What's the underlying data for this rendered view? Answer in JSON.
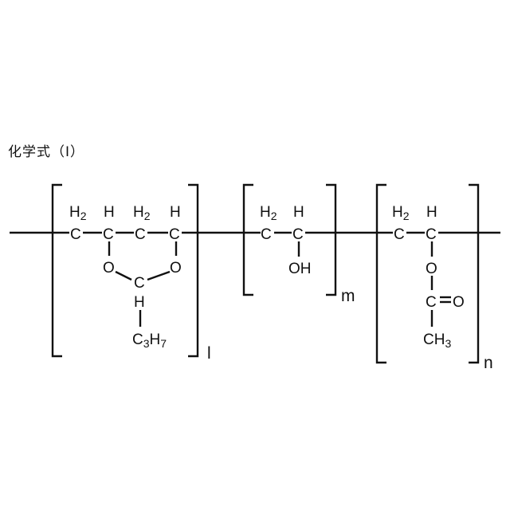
{
  "figure": {
    "label": "化学式（Ⅰ）"
  },
  "units": [
    {
      "subscript": "l",
      "atoms": {
        "ch2_a": "H2",
        "c_a": "C",
        "ch_a_h": "H",
        "c_b": "C",
        "ch2_b": "H2",
        "c_c": "C",
        "ch_b_h": "H",
        "c_d": "C",
        "o_left": "O",
        "o_right": "O",
        "c_acetal": "C",
        "h_acetal": "H",
        "propyl": "C3H7"
      }
    },
    {
      "subscript": "m",
      "atoms": {
        "ch2": "H2",
        "c1": "C",
        "ch_h": "H",
        "c2": "C",
        "oh": "OH"
      }
    },
    {
      "subscript": "n",
      "atoms": {
        "ch2": "H2",
        "c1": "C",
        "ch_h": "H",
        "c2": "C",
        "o": "O",
        "carbonyl_c": "C",
        "carbonyl_o": "O",
        "methyl": "CH3"
      }
    }
  ]
}
